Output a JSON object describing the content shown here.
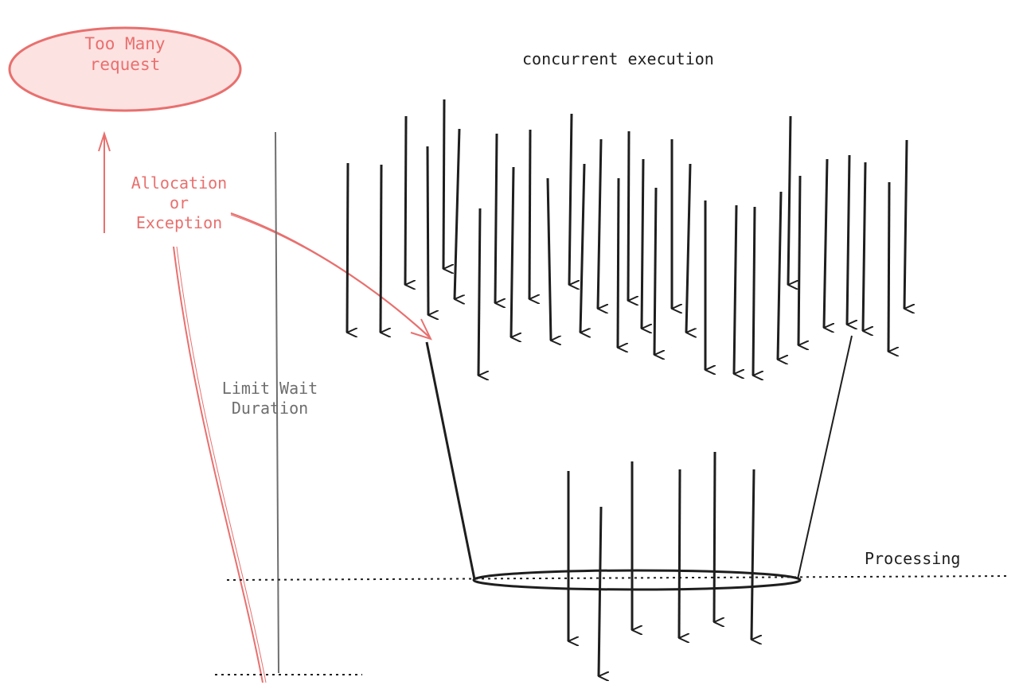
{
  "labels": {
    "too_many": "Too Many request",
    "too_many_line1": "Too Many",
    "too_many_line2": "request",
    "allocation": "Allocation or Exception",
    "allocation_line1": "Allocation",
    "allocation_line2": "or",
    "allocation_line3": "Exception",
    "limit_wait": "Limit Wait Duration",
    "limit_wait_line1": "Limit Wait",
    "limit_wait_line2": "Duration",
    "concurrent": "concurrent execution",
    "processing": "Processing"
  },
  "colors": {
    "ink": "#1e1e1e",
    "accent_red": "#e8706e",
    "ellipse_fill": "#fde2e2",
    "grey": "#6e6e6e"
  }
}
